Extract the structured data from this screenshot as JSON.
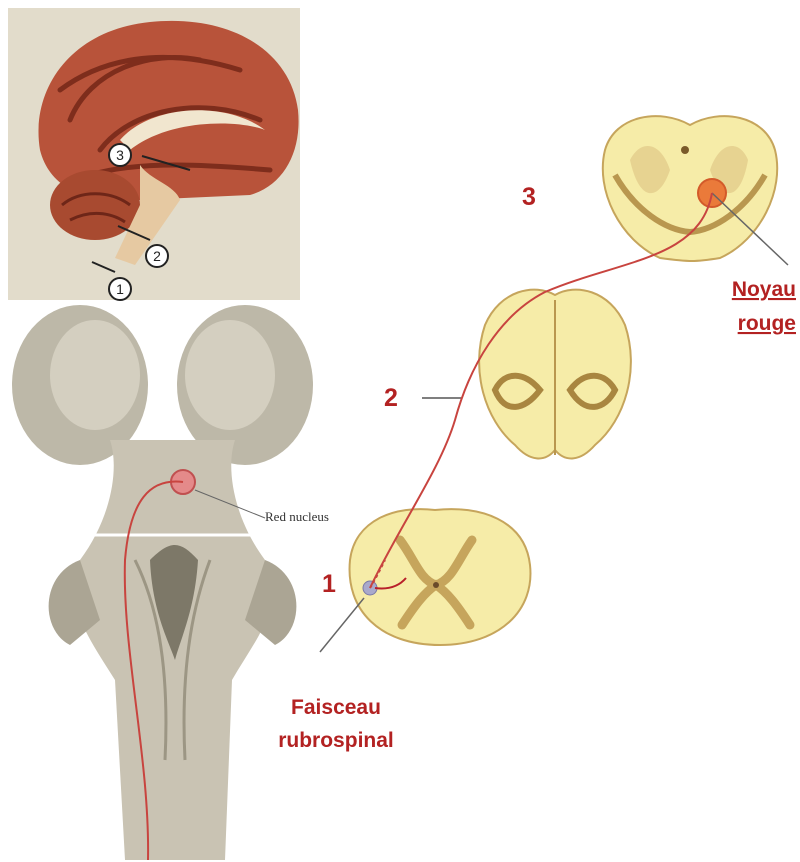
{
  "labels": {
    "section_3": "3",
    "section_2": "2",
    "section_1": "1",
    "noyau_line1": "Noyau",
    "noyau_line2": "rouge",
    "faisceau_line1": "Faisceau",
    "faisceau_line2": "rubrospinal",
    "red_nucleus": "Red nucleus",
    "brain_marker_3": "3",
    "brain_marker_2": "2",
    "brain_marker_1": "1"
  },
  "colors": {
    "label_red": "#b32222",
    "tract_line": "#c8443f",
    "section_fill": "#f6eca8",
    "gray_matter": "#c6a55c",
    "brain_tissue": "#b8533a",
    "brainstem": "#c9c3b3"
  }
}
